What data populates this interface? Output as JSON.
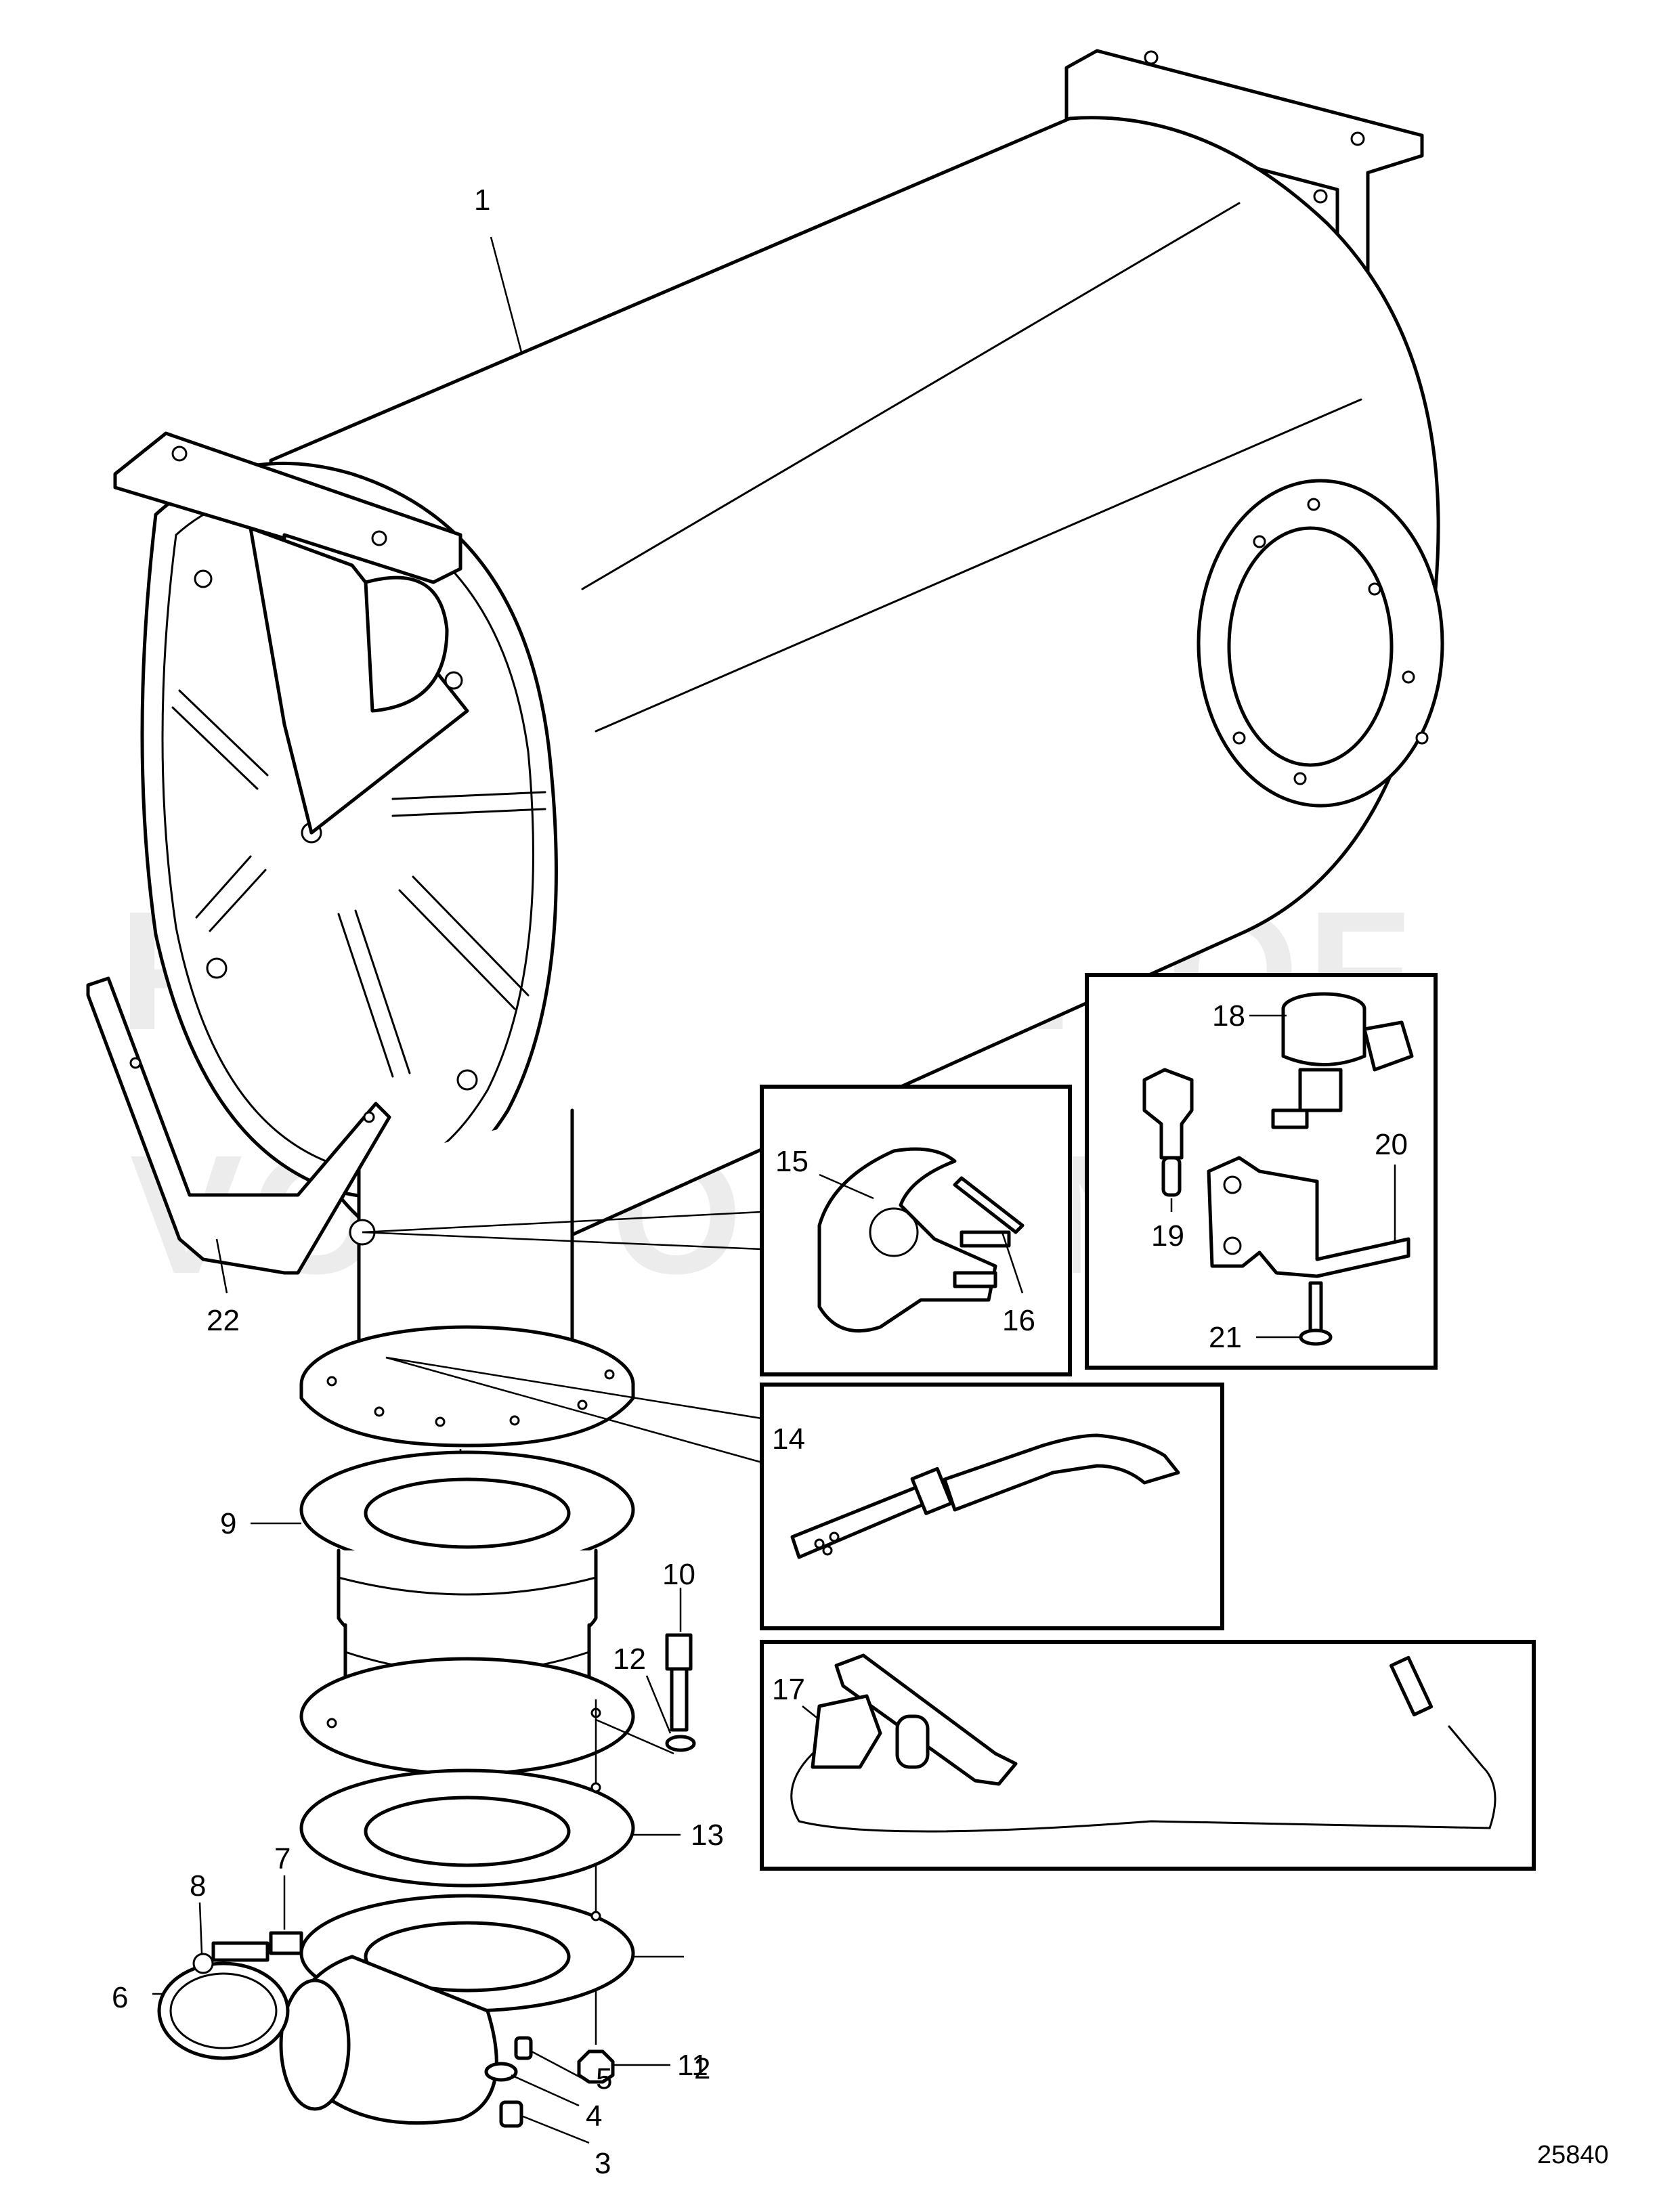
{
  "watermark": {
    "line1": "PROPERTY OF",
    "line2": "VOLVO PENTA"
  },
  "drawing_number": "25840",
  "part_labels": {
    "p1": "1",
    "p2": "2",
    "p3": "3",
    "p4": "4",
    "p5": "5",
    "p6": "6",
    "p7": "7",
    "p8": "8",
    "p9": "9",
    "p10": "10",
    "p11": "11",
    "p12": "12",
    "p13": "13",
    "p14": "14",
    "p15": "15",
    "p16": "16",
    "p17": "17",
    "p18": "18",
    "p19": "19",
    "p20": "20",
    "p21": "21",
    "p22": "22"
  }
}
